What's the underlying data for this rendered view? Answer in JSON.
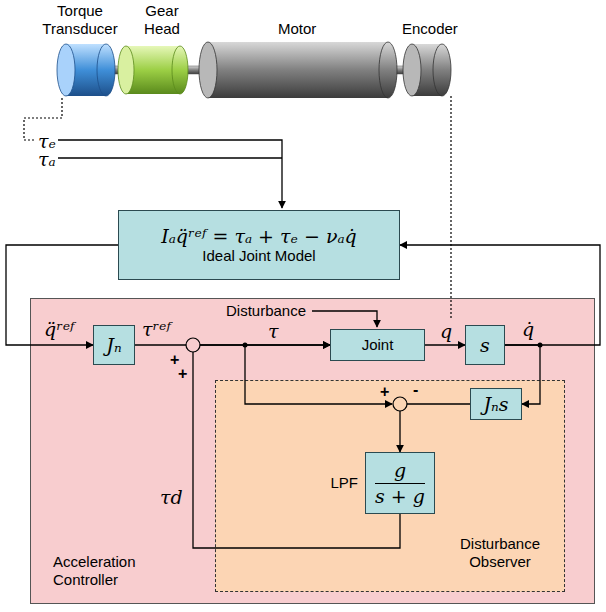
{
  "diagram": {
    "nodes": [
      {
        "text": [
          "Iₐq̈ʳᵉᶠ = τₐ + τₑ − νₐq̇",
          "Ideal Joint Model"
        ]
      },
      {
        "text": [
          "Acceleration Controller"
        ]
      },
      {
        "text": [
          "Jₙ"
        ],
        "in": 1
      },
      {
        "text": [
          "Joint"
        ],
        "in": 1
      },
      {
        "text": [
          "s"
        ],
        "in": 1
      },
      {
        "text": [
          "Disturbance Observer"
        ],
        "in": 1
      },
      {
        "text": [
          "Jₙs"
        ],
        "in": 5
      },
      {
        "text": [
          "LPF",
          "g",
          "s + g"
        ],
        "in": 5
      }
    ],
    "edges": [
      {
        "from": 0,
        "to": 2,
        "arrow": "to"
      },
      {
        "from": 2,
        "to": 3,
        "arrow": "to"
      },
      {
        "from": 3,
        "to": 4,
        "arrow": "to"
      },
      {
        "from": 4,
        "to": 6,
        "arrow": "to"
      },
      {
        "from": 6,
        "to": 7,
        "arrow": "to"
      },
      {
        "from": 7,
        "to": 3,
        "arrow": "to"
      },
      {
        "from": 4,
        "to": 0,
        "arrow": "to"
      }
    ],
    "labels": [
      "Torque Transducer",
      "Gear Head",
      "Motor",
      "Encoder",
      "τₑ",
      "τₐ",
      "q̈ʳᵉᶠ",
      "τʳᵉᶠ",
      "τ",
      "Disturbance",
      "q",
      "q̇",
      "+",
      "+",
      "+",
      "-",
      "τd"
    ]
  }
}
